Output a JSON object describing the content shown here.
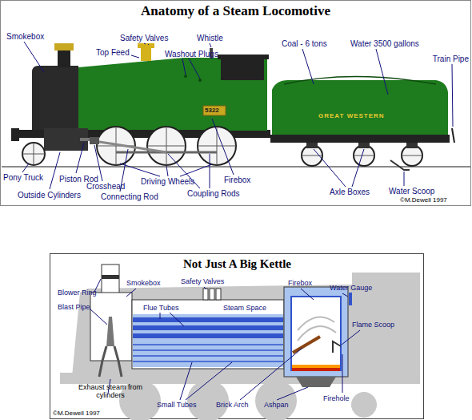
{
  "diagram": {
    "title": "Anatomy of a Steam Locomotive",
    "labels": [
      "Smokebox",
      "Safety Valves",
      "Top Feed",
      "Whistle",
      "Washout Plugs",
      "Coal - 6 tons",
      "Water 3500 gallons",
      "Train Pipe",
      "5322",
      "GREAT WESTERN",
      "Pony Truck",
      "Piston Rod",
      "Outside Cylinders",
      "Crosshead",
      "Connecting Rod",
      "Driving Wheels",
      "Coupling Rods",
      "Firebox",
      "Axle Boxes",
      "Water Scoop",
      "©M.Dewell 1997",
      "Not Just A Big Kettle",
      "Blower Ring",
      "Smokebox",
      "Safety Valves",
      "Firebox",
      "Water Gauge",
      "Blast Pipe",
      "Steam Space",
      "Flue Tubes",
      "Flame Scoop",
      "Exhaust steam from cylinders",
      "Small Tubes",
      "Brick Arch",
      "Ashpan",
      "Firehole",
      "©M.Dewell 1997"
    ]
  }
}
